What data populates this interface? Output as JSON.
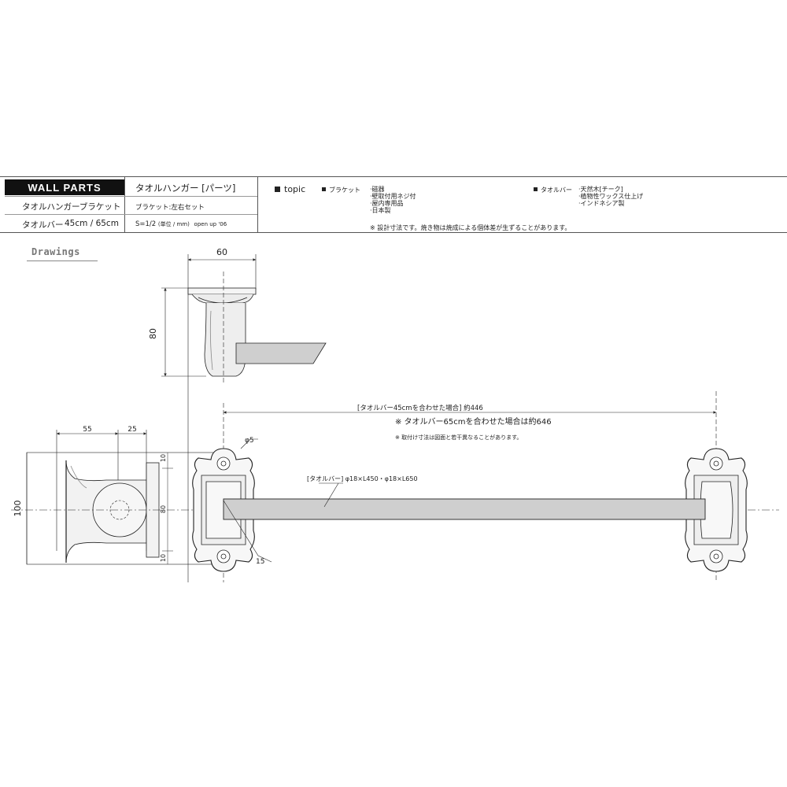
{
  "header": {
    "brand": "WALL PARTS",
    "product_title": "タオルハンガー [パーツ]",
    "bracket_name": "タオルハンガーブラケット",
    "bracket_set": "ブラケット:左右セット",
    "bar_label": "タオルバー",
    "bar_sizes": "45cm / 65cm",
    "scale_prefix": "S=1/2",
    "scale_unit": "(単位 / mm)",
    "scale_suffix": "open up '06",
    "topic_label": "topic",
    "bracket_label": "ブラケット",
    "bracket_specs": [
      "·磁器",
      "·壁取付用ネジ付",
      "·屋内専用品",
      "·日本製"
    ],
    "towelbar_label": "タオルバー",
    "towelbar_specs": [
      "·天然木[チーク]",
      "·植物性ワックス仕上げ",
      "·インドネシア製"
    ],
    "note": "※ 設計寸法です。焼き物は焼成による個体差が生ずることがあります。"
  },
  "drawings": {
    "title": "Drawings",
    "dimensions": {
      "top_width": "60",
      "top_height": "80",
      "side_a": "55",
      "side_b": "25",
      "side_height": "100",
      "side_10a": "10",
      "side_80": "80",
      "side_10b": "10",
      "hole": "φ5",
      "offset": "15"
    },
    "length_45": "[タオルバー45cmを合わせた場合] 約446",
    "length_65": "※ タオルバー65cmを合わせた場合は約646",
    "install_note": "※ 取付け寸法は図面と若干異なることがあります。",
    "bar_callout": "[タオルバー] φ18×L450・φ18×L650"
  },
  "colors": {
    "line": "#222222",
    "bar_fill": "#cfcfcf",
    "brand_bg": "#111111"
  }
}
